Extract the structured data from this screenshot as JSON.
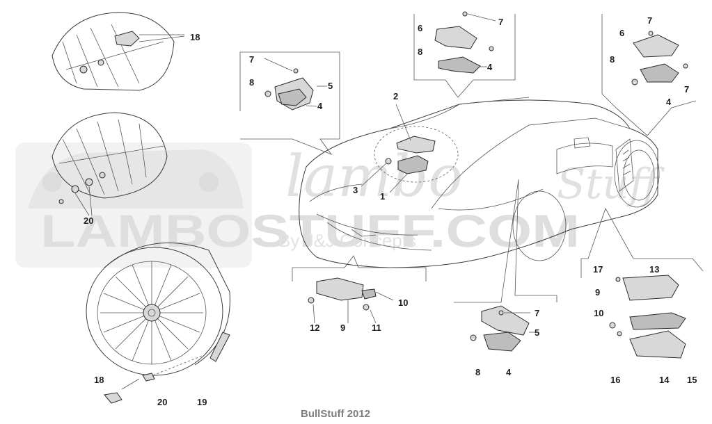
{
  "watermark": {
    "brand": "LAMBOSTUFF.COM",
    "byline": "By J&J Concepts",
    "script_left": "lambo",
    "script_right": "Stuff"
  },
  "credit": "BullStuff 2012",
  "callouts": {
    "c1": "1",
    "c2": "2",
    "c3": "3",
    "c4a": "4",
    "c4b": "4",
    "c4c": "4",
    "c4d": "4",
    "c5a": "5",
    "c5b": "5",
    "c6a": "6",
    "c6b": "6",
    "c7a": "7",
    "c7b": "7",
    "c7c": "7",
    "c7d": "7",
    "c7e": "7",
    "c8a": "8",
    "c8b": "8",
    "c8c": "8",
    "c8d": "8",
    "c9a": "9",
    "c9b": "9",
    "c10a": "10",
    "c10b": "10",
    "c11": "11",
    "c12": "12",
    "c13": "13",
    "c14": "14",
    "c15": "15",
    "c16": "16",
    "c17": "17",
    "c18a": "18",
    "c18b": "18",
    "c19": "19",
    "c20a": "20",
    "c20b": "20"
  }
}
